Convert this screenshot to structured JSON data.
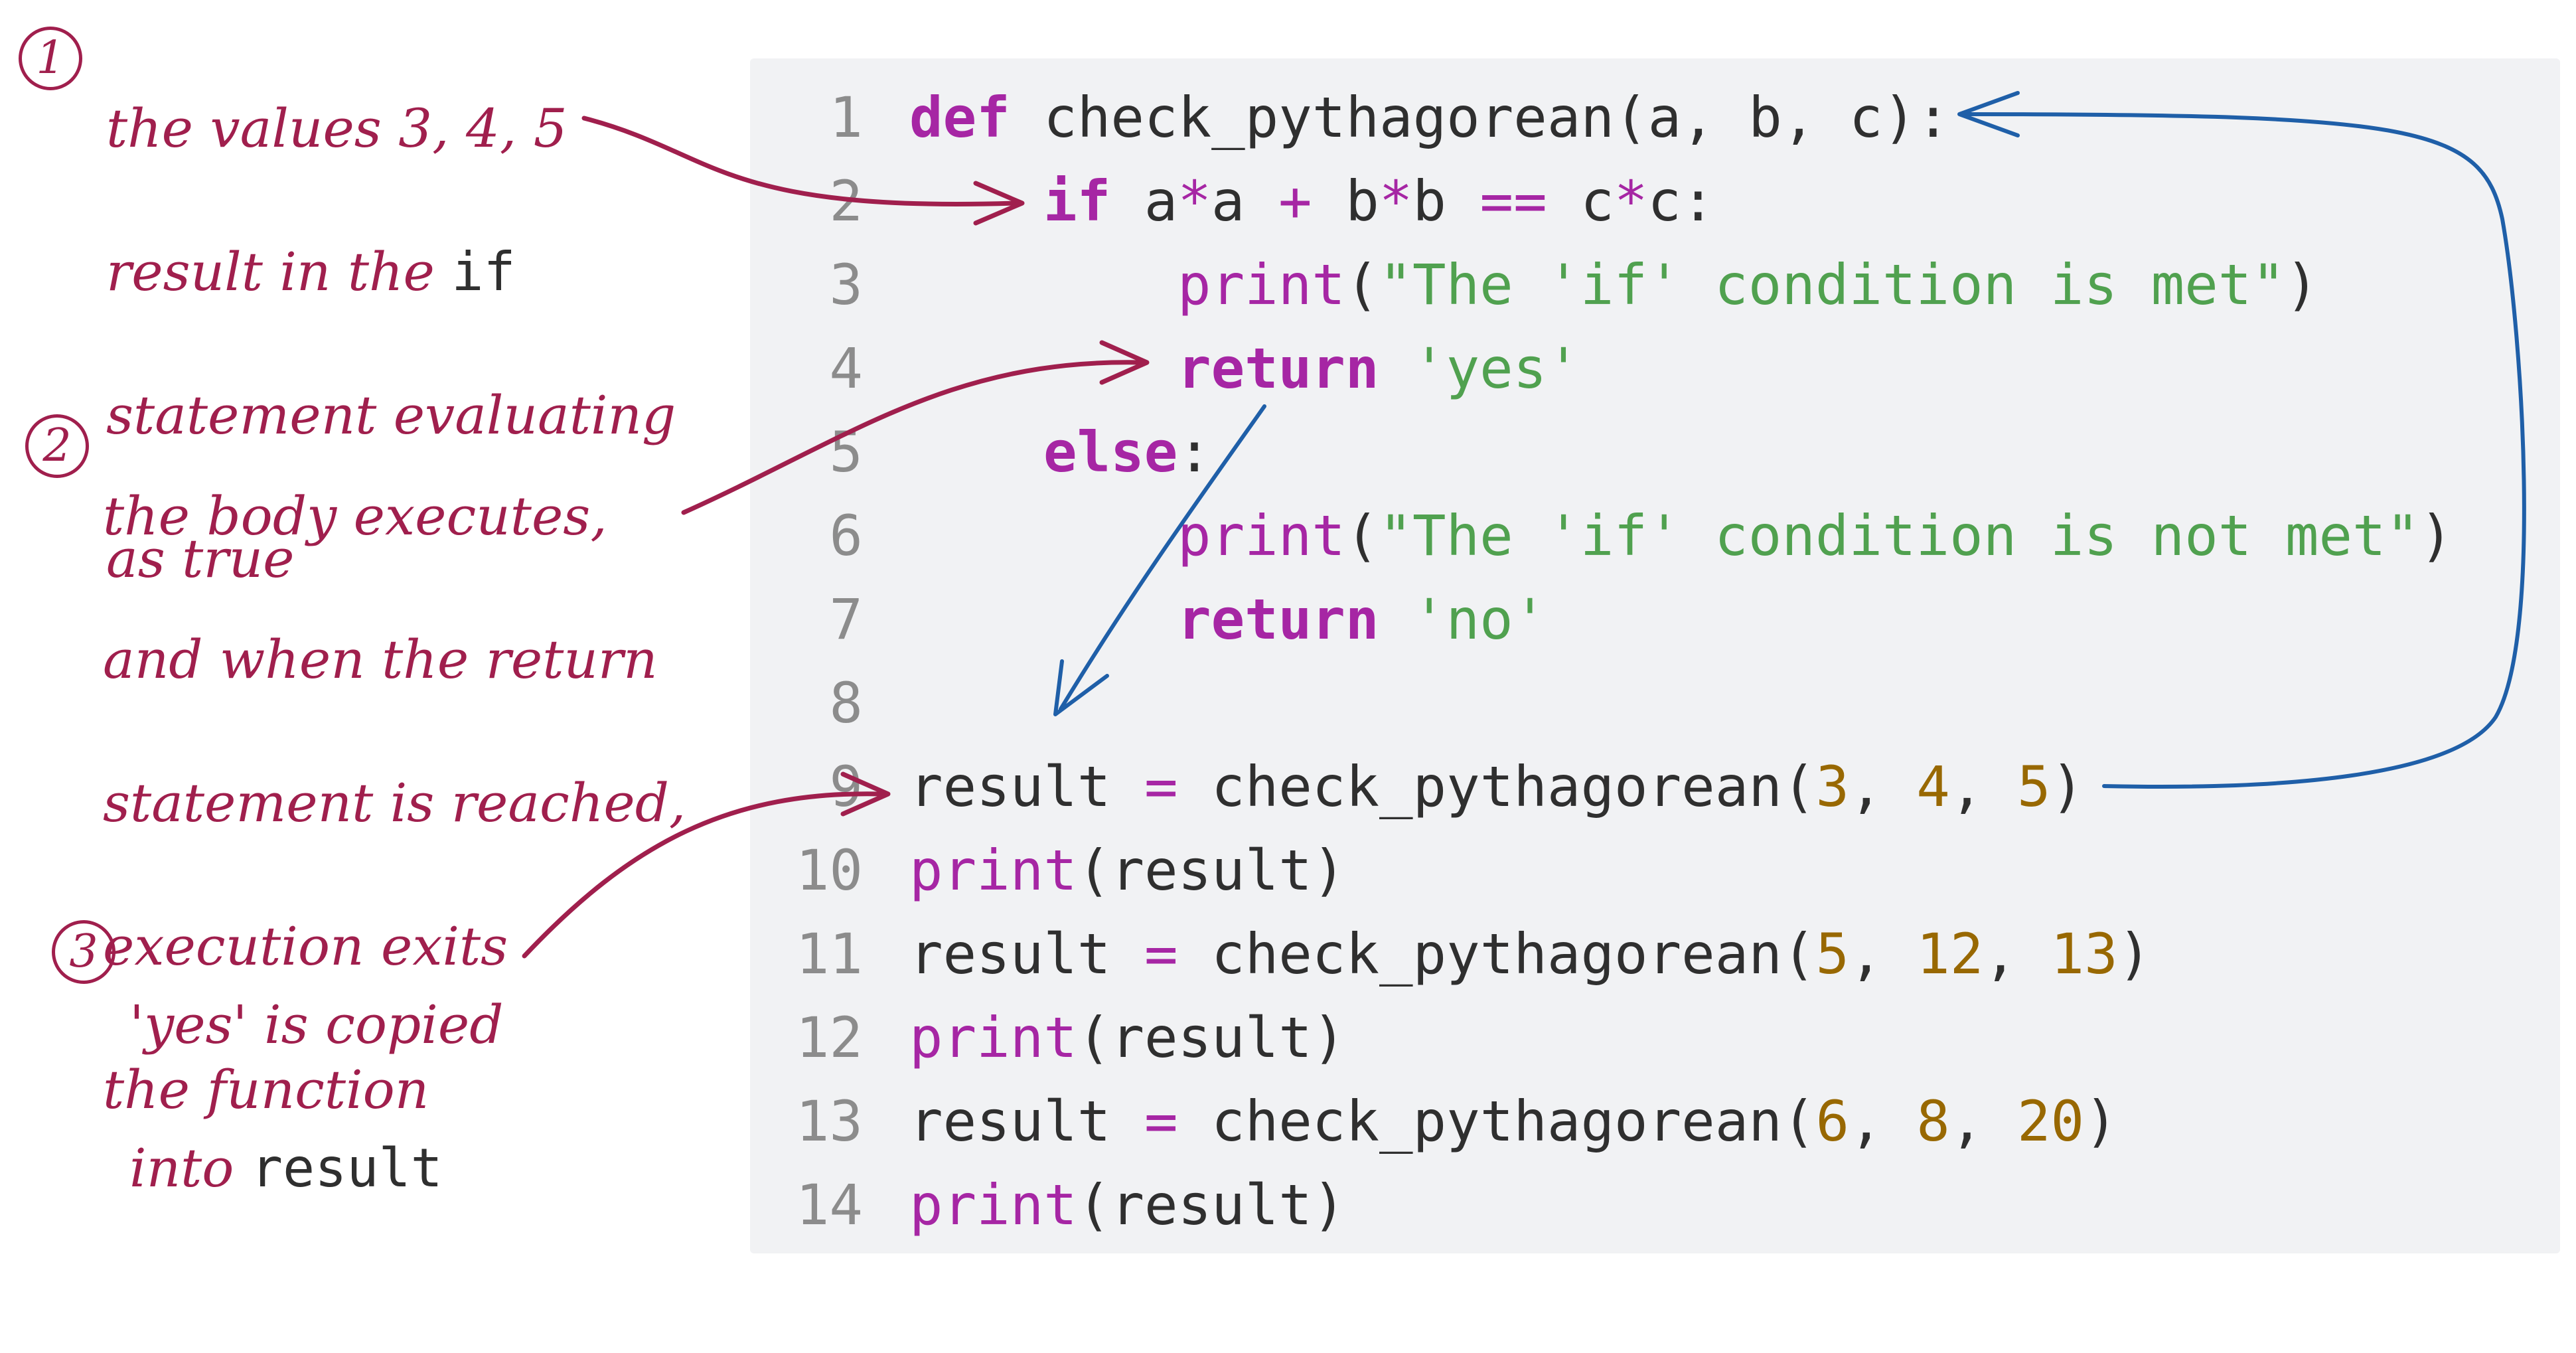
{
  "code_lines": [
    {
      "n": "1"
    },
    {
      "n": "2"
    },
    {
      "n": "3"
    },
    {
      "n": "4"
    },
    {
      "n": "5"
    },
    {
      "n": "6"
    },
    {
      "n": "7"
    },
    {
      "n": "8"
    },
    {
      "n": "9"
    },
    {
      "n": "10"
    },
    {
      "n": "11"
    },
    {
      "n": "12"
    },
    {
      "n": "13"
    },
    {
      "n": "14"
    }
  ],
  "code": {
    "l1_def": "def",
    "l1_rest": " check_pythagorean(a, b, c):",
    "l2_if": "if",
    "l2_a": " a",
    "l2_star1": "*",
    "l2_a2": "a ",
    "l2_plus": "+",
    "l2_b": " b",
    "l2_star2": "*",
    "l2_b2": "b ",
    "l2_eq": "==",
    "l2_c": " c",
    "l2_star3": "*",
    "l2_c2": "c:",
    "l3_print": "print",
    "l3_open": "(",
    "l3_str": "\"The 'if' condition is met\"",
    "l3_close": ")",
    "l4_return": "return",
    "l4_str": " 'yes'",
    "l5_else": "else",
    "l5_colon": ":",
    "l6_print": "print",
    "l6_open": "(",
    "l6_str": "\"The 'if' condition is not met\"",
    "l6_close": ")",
    "l7_return": "return",
    "l7_str": " 'no'",
    "l9_result": "result ",
    "l9_eq": "=",
    "l9_call": " check_pythagorean(",
    "l9_n1": "3",
    "l9_c1": ", ",
    "l9_n2": "4",
    "l9_c2": ", ",
    "l9_n3": "5",
    "l9_close": ")",
    "l10_print": "print",
    "l10_rest": "(result)",
    "l11_result": "result ",
    "l11_eq": "=",
    "l11_call": " check_pythagorean(",
    "l11_n1": "5",
    "l11_c1": ", ",
    "l11_n2": "12",
    "l11_c2": ", ",
    "l11_n3": "13",
    "l11_close": ")",
    "l12_print": "print",
    "l12_rest": "(result)",
    "l13_result": "result ",
    "l13_eq": "=",
    "l13_call": " check_pythagorean(",
    "l13_n1": "6",
    "l13_c1": ", ",
    "l13_n2": "8",
    "l13_c2": ", ",
    "l13_n3": "20",
    "l13_close": ")",
    "l14_print": "print",
    "l14_rest": "(result)"
  },
  "annotations": {
    "n1": {
      "badge": "1",
      "line1": "the values 3, 4, 5",
      "line2a": "result in the ",
      "line2b": "if",
      "line3": "statement evaluating",
      "line4": "as true"
    },
    "n2": {
      "badge": "2",
      "line1": "the body executes,",
      "line2": "and when the return",
      "line3": "statement is reached,",
      "line4": "execution exits",
      "line5": "the function"
    },
    "n3": {
      "badge": "3",
      "line1": "'yes' is copied",
      "line2a": "into ",
      "line2b": "result"
    }
  },
  "colors": {
    "annotation": "#a01f4d",
    "flow_arrow": "#1f5fa8",
    "keyword": "#a626a4",
    "string": "#50a14f",
    "number": "#986801"
  }
}
